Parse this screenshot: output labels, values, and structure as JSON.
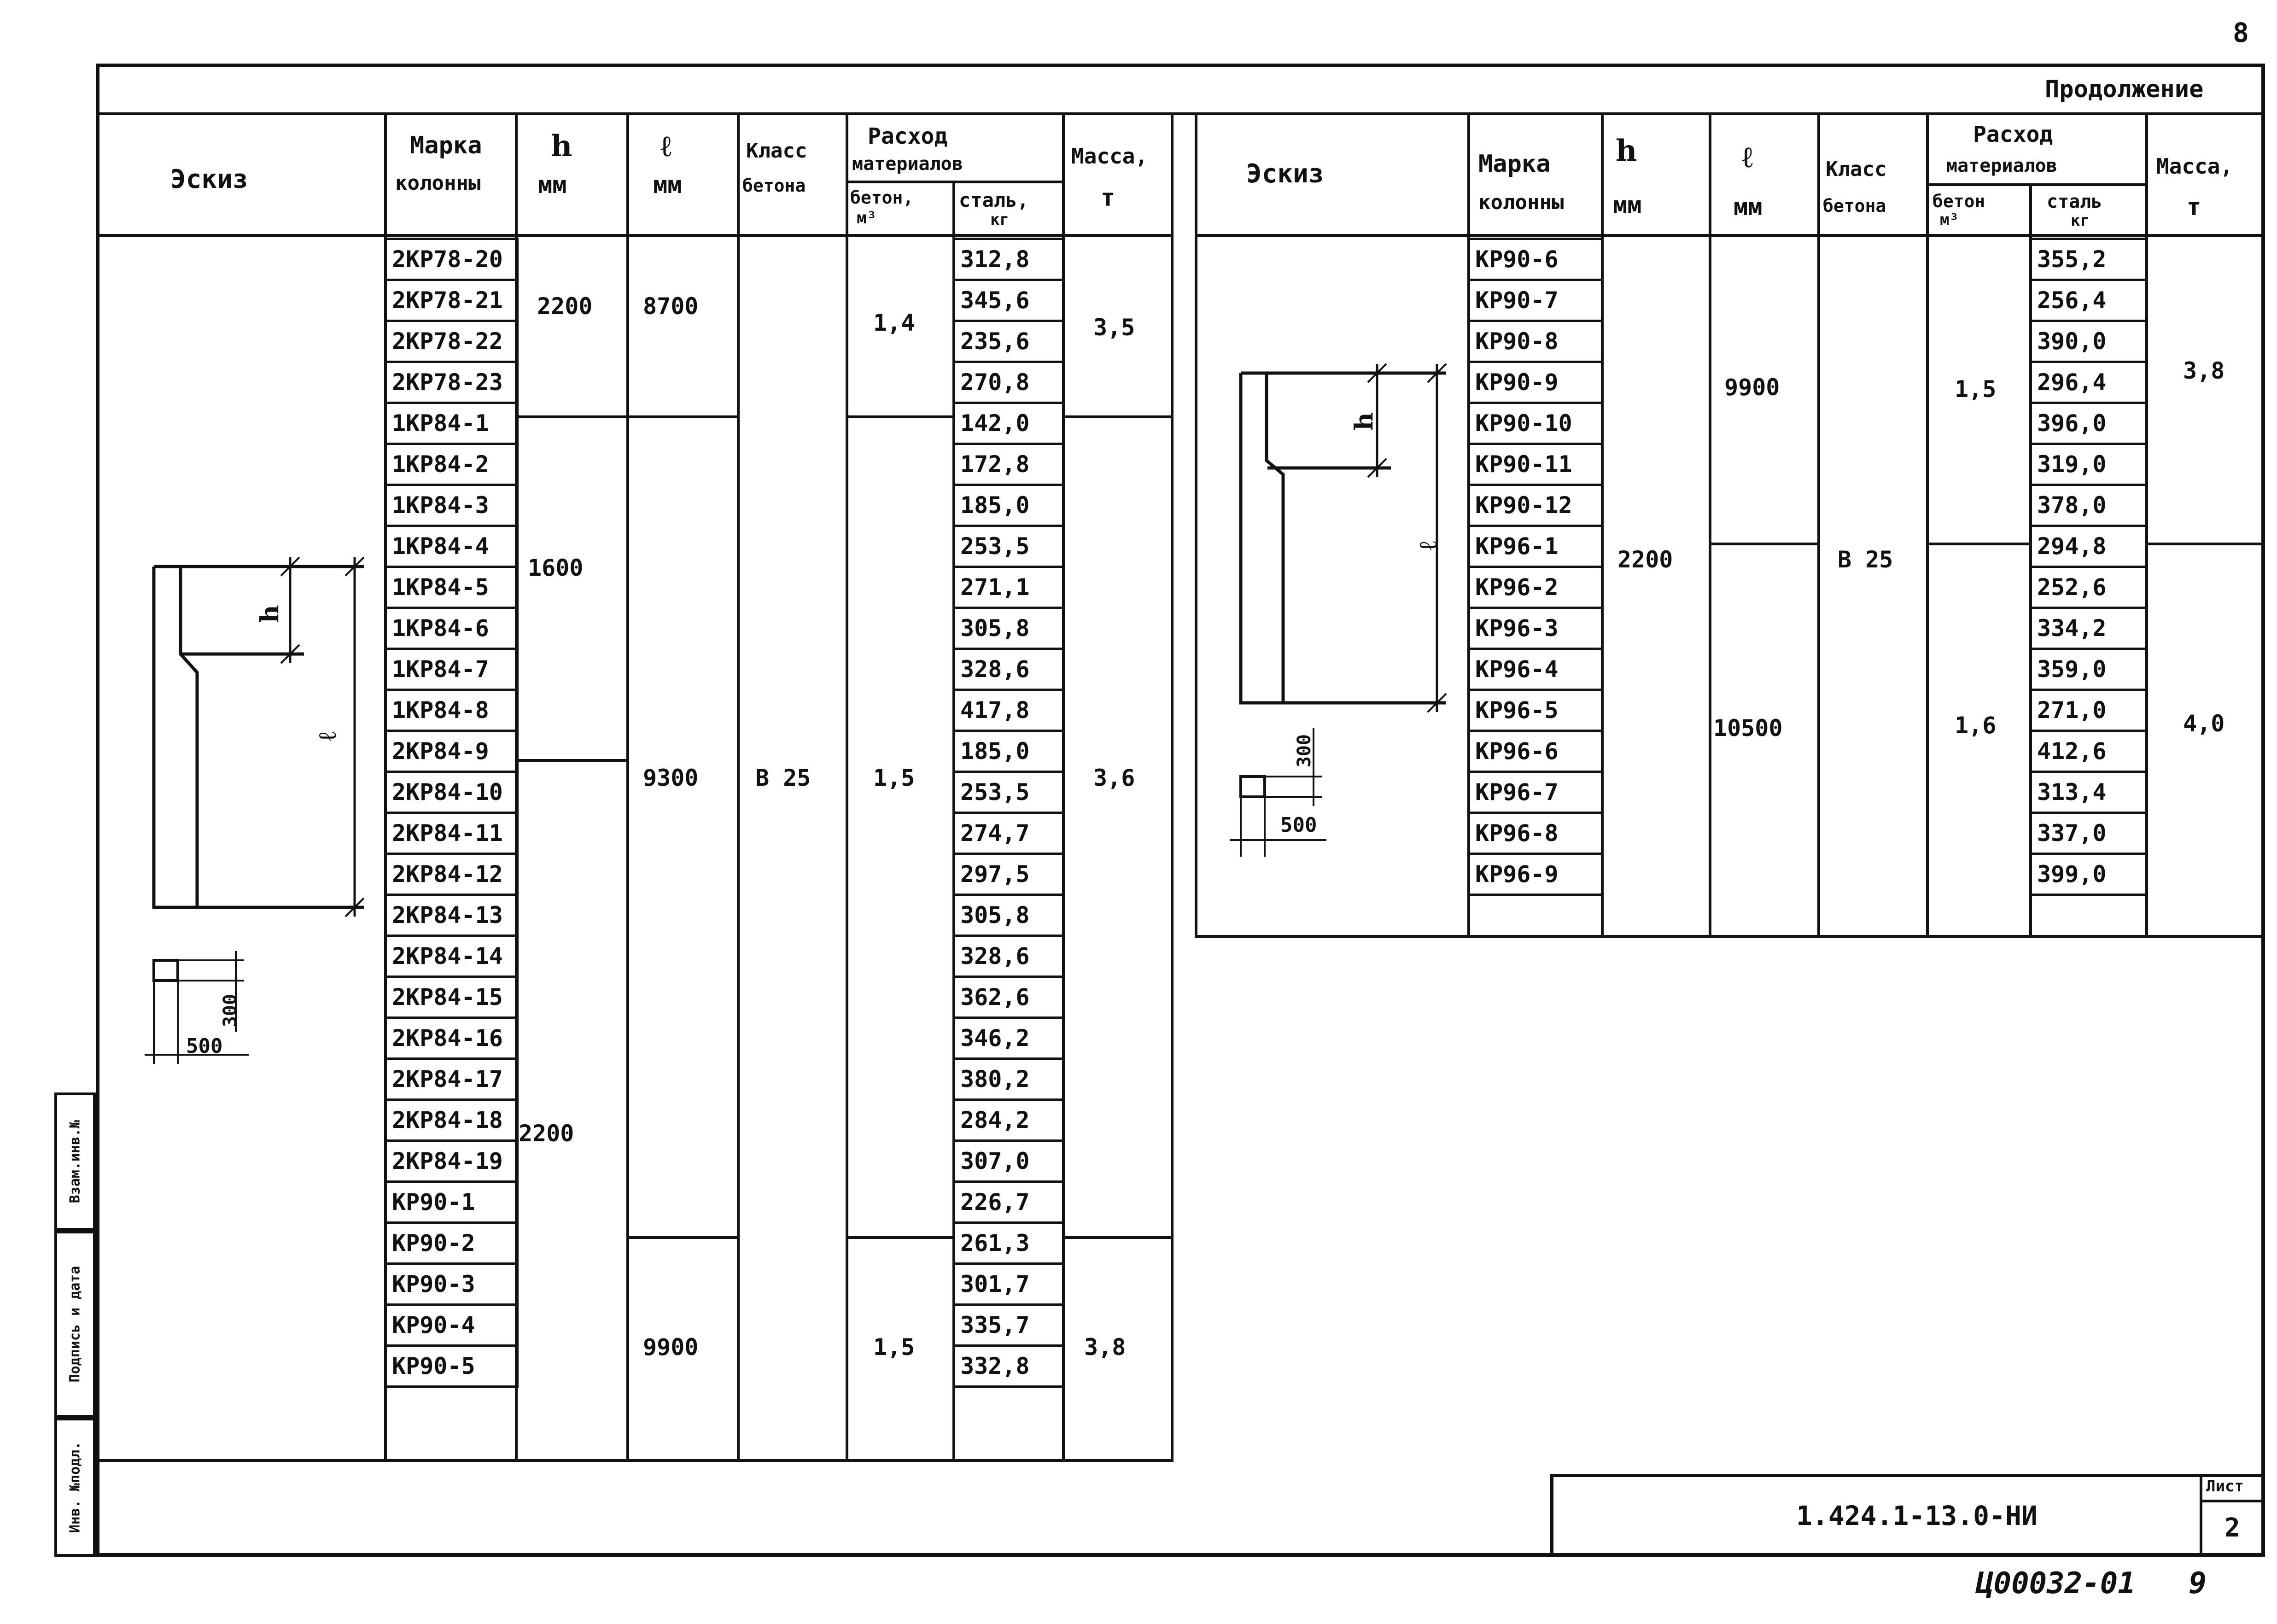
{
  "page_number": "8",
  "continuation": "Продолжение",
  "headers": {
    "sketch": "Эскиз",
    "mark_l1": "Марка",
    "mark_l2": "колонны",
    "h_l1": "h",
    "h_l2": "мм",
    "l_l1": "ℓ",
    "l_l2": "мм",
    "class_l1": "Класс",
    "class_l2": "бетона",
    "mat_l1": "Расход",
    "mat_l2": "материалов",
    "concrete_l1": "бетон,",
    "concrete_l2": "м³",
    "steel_l1": "сталь,",
    "steel_l2": "кг",
    "mass_l1": "Масса,",
    "mass_l2": "т"
  },
  "headers_right": {
    "mat_l2": "материалов",
    "concrete_l1": "бетон",
    "concrete_l2": "м³",
    "steel_l1": "сталь",
    "steel_l2": "кг"
  },
  "left_table": {
    "marks": [
      "2КР78-20",
      "2КР78-21",
      "2КР78-22",
      "2КР78-23",
      "1КР84-1",
      "1КР84-2",
      "1КР84-3",
      "1КР84-4",
      "1КР84-5",
      "1КР84-6",
      "1КР84-7",
      "1КР84-8",
      "2КР84-9",
      "2КР84-10",
      "2КР84-11",
      "2КР84-12",
      "2КР84-13",
      "2КР84-14",
      "2КР84-15",
      "2КР84-16",
      "2КР84-17",
      "2КР84-18",
      "2КР84-19",
      "КР90-1",
      "КР90-2",
      "КР90-3",
      "КР90-4",
      "КР90-5"
    ],
    "steel": [
      "312,8",
      "345,6",
      "235,6",
      "270,8",
      "142,0",
      "172,8",
      "185,0",
      "253,5",
      "271,1",
      "305,8",
      "328,6",
      "417,8",
      "185,0",
      "253,5",
      "274,7",
      "297,5",
      "305,8",
      "328,6",
      "362,6",
      "346,2",
      "380,2",
      "284,2",
      "307,0",
      "226,7",
      "261,3",
      "301,7",
      "335,7",
      "332,8"
    ],
    "h_groups": [
      "2200",
      "1600",
      "2200"
    ],
    "l_groups": [
      "8700",
      "9300",
      "9900"
    ],
    "concrete_class": "В 25",
    "concrete_groups": [
      "1,4",
      "1,5",
      "1,5"
    ],
    "mass_groups": [
      "3,5",
      "3,6",
      "3,8"
    ]
  },
  "right_table": {
    "marks": [
      "КР90-6",
      "КР90-7",
      "КР90-8",
      "КР90-9",
      "КР90-10",
      "КР90-11",
      "КР90-12",
      "КР96-1",
      "КР96-2",
      "КР96-3",
      "КР96-4",
      "КР96-5",
      "КР96-6",
      "КР96-7",
      "КР96-8",
      "КР96-9"
    ],
    "steel": [
      "355,2",
      "256,4",
      "390,0",
      "296,4",
      "396,0",
      "319,0",
      "378,0",
      "294,8",
      "252,6",
      "334,2",
      "359,0",
      "271,0",
      "412,6",
      "313,4",
      "337,0",
      "399,0"
    ],
    "h": "2200",
    "l_groups": [
      "9900",
      "10500"
    ],
    "concrete_class": "В 25",
    "concrete_groups": [
      "1,5",
      "1,6"
    ],
    "mass_groups": [
      "3,8",
      "4,0"
    ]
  },
  "sketch_labels": {
    "h": "h",
    "l": "ℓ",
    "dim_300": "300",
    "dim_500": "500"
  },
  "side_stamps": [
    "Инв. №подл.",
    "Подпись и дата",
    "Взам.инв.№"
  ],
  "stamp": {
    "code": "1.424.1-13.0-НИ",
    "sheet_label": "Лист",
    "sheet": "2"
  },
  "footer_code": "Ц00032-01   9"
}
